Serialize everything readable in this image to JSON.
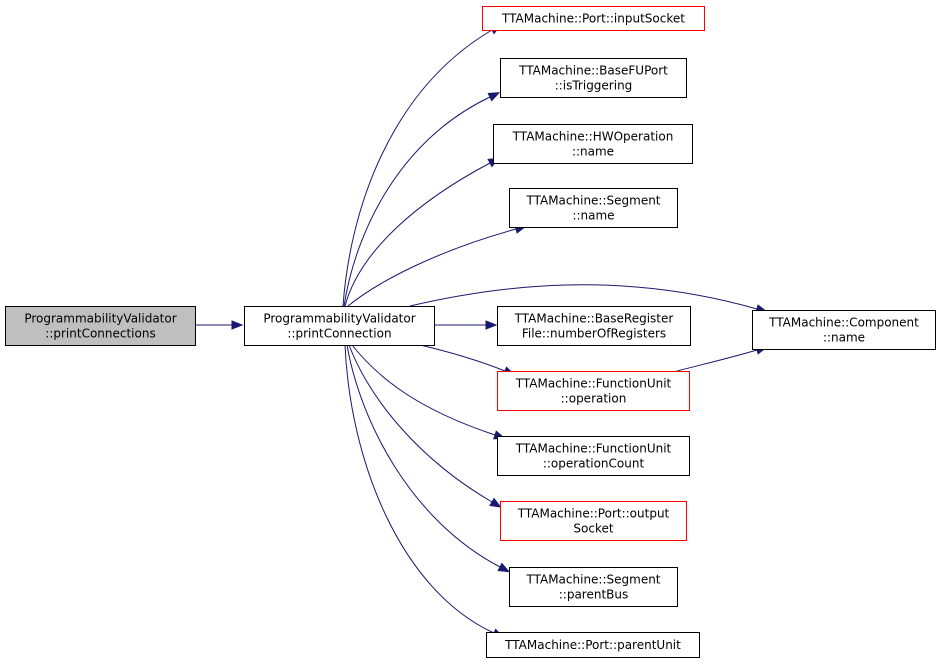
{
  "graph": {
    "nodes": {
      "root": {
        "lines": [
          "ProgrammabilityValidator",
          "::printConnections"
        ],
        "style": "root"
      },
      "main": {
        "lines": [
          "ProgrammabilityValidator",
          "::printConnection"
        ],
        "style": "normal"
      },
      "inputSocket": {
        "lines": [
          "TTAMachine::Port::inputSocket"
        ],
        "style": "red"
      },
      "isTrig": {
        "lines": [
          "TTAMachine::BaseFUPort",
          "::isTriggering"
        ],
        "style": "normal"
      },
      "hwName": {
        "lines": [
          "TTAMachine::HWOperation",
          "::name"
        ],
        "style": "normal"
      },
      "segName": {
        "lines": [
          "TTAMachine::Segment",
          "::name"
        ],
        "style": "normal"
      },
      "numRegs": {
        "lines": [
          "TTAMachine::BaseRegister",
          "File::numberOfRegisters"
        ],
        "style": "normal"
      },
      "fuOp": {
        "lines": [
          "TTAMachine::FunctionUnit",
          "::operation"
        ],
        "style": "red"
      },
      "fuOpCount": {
        "lines": [
          "TTAMachine::FunctionUnit",
          "::operationCount"
        ],
        "style": "normal"
      },
      "outSocket": {
        "lines": [
          "TTAMachine::Port::output",
          "Socket"
        ],
        "style": "red"
      },
      "parentBus": {
        "lines": [
          "TTAMachine::Segment",
          "::parentBus"
        ],
        "style": "normal"
      },
      "parentUnit": {
        "lines": [
          "TTAMachine::Port::parentUnit"
        ],
        "style": "normal"
      },
      "compName": {
        "lines": [
          "TTAMachine::Component",
          "::name"
        ],
        "style": "normal"
      }
    },
    "edges": [
      {
        "from": "root",
        "to": "main"
      },
      {
        "from": "main",
        "to": "inputSocket"
      },
      {
        "from": "main",
        "to": "isTrig"
      },
      {
        "from": "main",
        "to": "hwName"
      },
      {
        "from": "main",
        "to": "segName"
      },
      {
        "from": "main",
        "to": "compName"
      },
      {
        "from": "main",
        "to": "numRegs"
      },
      {
        "from": "main",
        "to": "fuOp"
      },
      {
        "from": "main",
        "to": "fuOpCount"
      },
      {
        "from": "main",
        "to": "outSocket"
      },
      {
        "from": "main",
        "to": "parentBus"
      },
      {
        "from": "main",
        "to": "parentUnit"
      },
      {
        "from": "fuOp",
        "to": "compName"
      }
    ]
  }
}
